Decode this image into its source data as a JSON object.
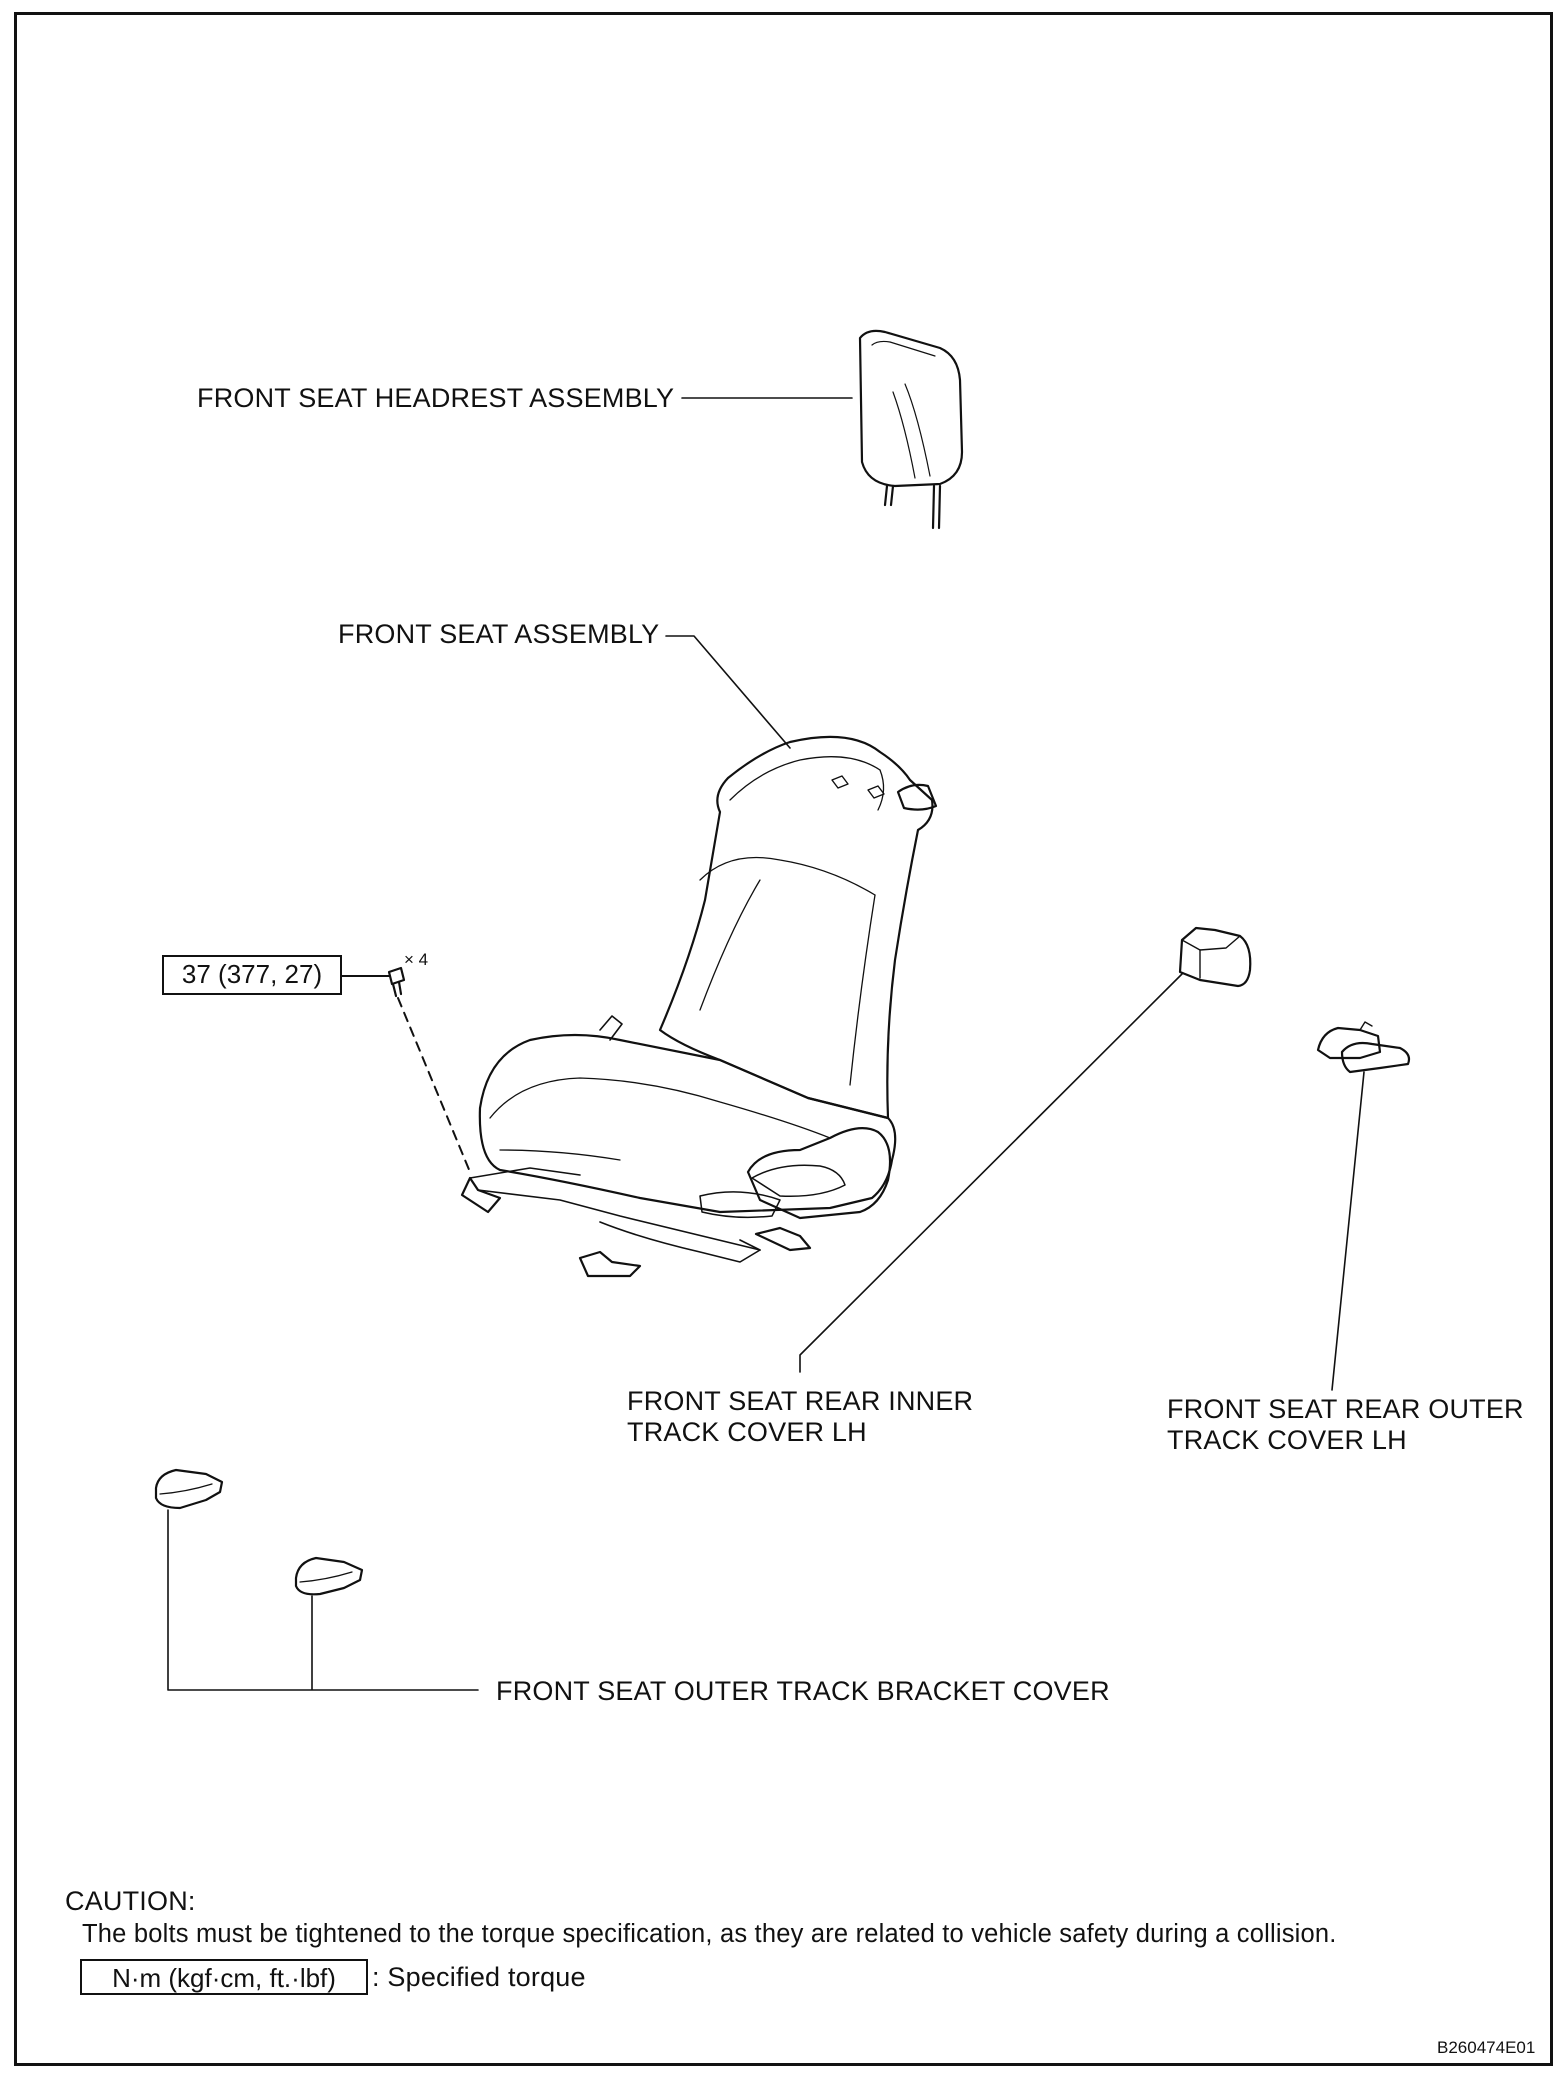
{
  "labels": {
    "headrest": "FRONT SEAT HEADREST ASSEMBLY",
    "seat": "FRONT SEAT ASSEMBLY",
    "inner_cover_line1": "FRONT SEAT REAR INNER",
    "inner_cover_line2": "TRACK COVER LH",
    "outer_cover_line1": "FRONT SEAT REAR OUTER",
    "outer_cover_line2": "TRACK COVER LH",
    "bracket_cover": "FRONT SEAT OUTER TRACK BRACKET COVER"
  },
  "torque": {
    "value": "37 (377, 27)",
    "quantity": "× 4"
  },
  "caution": {
    "heading": "CAUTION:",
    "text": "The bolts must be tightened to the torque specification, as they are related to vehicle safety during a collision.",
    "legend_box": "N·m (kgf·cm, ft.·lbf)",
    "legend_text": ": Specified torque"
  },
  "figure_id": "B260474E01"
}
